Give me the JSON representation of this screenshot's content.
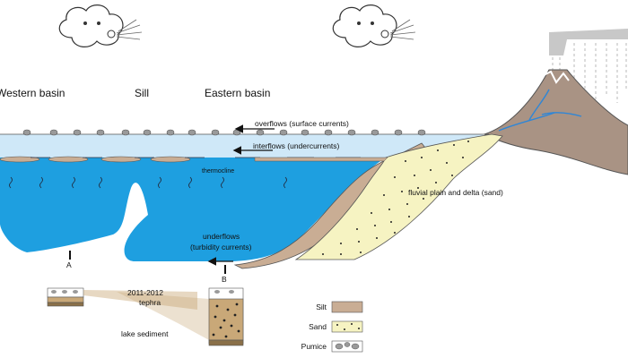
{
  "regions": {
    "western_basin": "Western basin",
    "sill": "Sill",
    "eastern_basin": "Eastern basin"
  },
  "processes": {
    "overflows": "overflows (surface currents)",
    "interflows": "interflows (undercurrents)",
    "thermocline": "thermocline",
    "underflows_line1": "underflows",
    "underflows_line2": "(turbidity currents)",
    "fluvial": "fluvial plain and delta (sand)"
  },
  "cores": {
    "a": "A",
    "b": "B",
    "tephra_line1": "2011-2012",
    "tephra_line2": "tephra",
    "lake_sediment": "lake sediment"
  },
  "legend": {
    "silt": "Silt",
    "sand": "Sand",
    "pumice": "Pumice"
  },
  "colors": {
    "surface_water": "#cfe8f8",
    "deep_water": "#1e9fe0",
    "silt": "#c9ad94",
    "sand": "#f6f3c2",
    "volcano": "#a99384",
    "plume": "#c8c8c8"
  },
  "icons": [
    "wind-cloud-icon",
    "wind-cloud-icon",
    "volcano-icon",
    "pumice-icon"
  ]
}
